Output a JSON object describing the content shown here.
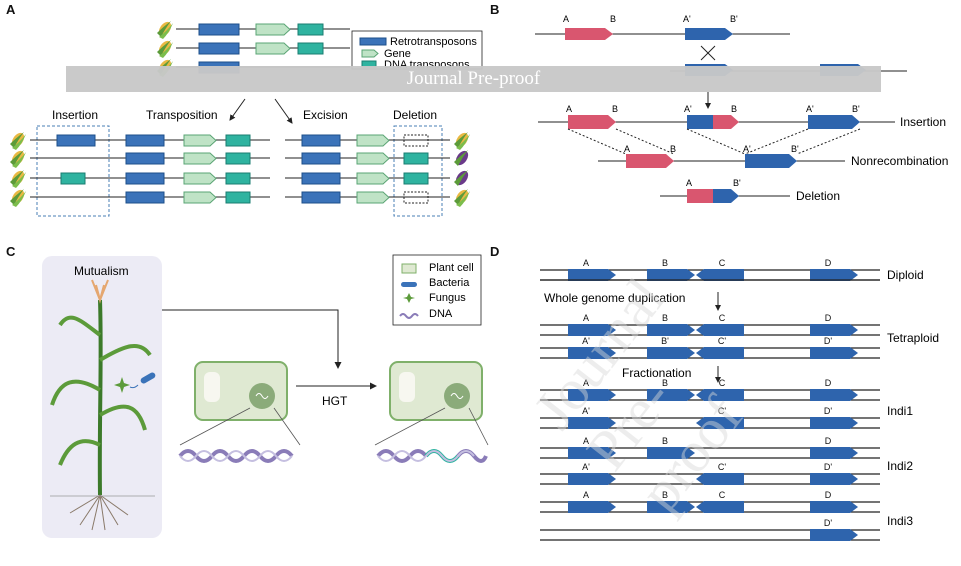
{
  "panels": {
    "a": "A",
    "b": "B",
    "c": "C",
    "d": "D"
  },
  "banner": "Journal Pre-proof",
  "watermark": "Journal Pre-proof",
  "panel_a": {
    "legend": [
      "Retrotransposons",
      "Gene",
      "DNA transposons"
    ],
    "groups": [
      "Insertion",
      "Transposition",
      "Excision",
      "Deletion"
    ]
  },
  "panel_b": {
    "top_labels": [
      "A",
      "B",
      "A'",
      "B'"
    ],
    "rows": [
      "Insertion",
      "Nonrecombination",
      "Deletion"
    ]
  },
  "panel_c": {
    "title": "Mutualism",
    "legend": [
      "Plant cell",
      "Bacteria",
      "Fungus",
      "DNA"
    ],
    "arrow_label": "HGT"
  },
  "panel_d": {
    "genes": [
      "A",
      "B",
      "C",
      "D"
    ],
    "genes_prime": [
      "A'",
      "B'",
      "C'",
      "D'"
    ],
    "steps": [
      "Whole genome duplication",
      "Fractionation"
    ],
    "rows": [
      "Diploid",
      "Tetraploid",
      "Indi1",
      "Indi2",
      "Indi3"
    ]
  },
  "colors": {
    "retro": "#3b73b9",
    "gene": "#bfe3c6",
    "dna_transposon": "#2fb3a0",
    "pink": "#d9566f",
    "blue": "#2e64ad",
    "cell_green": "#7fb06a",
    "purple": "#8a7cb8"
  }
}
